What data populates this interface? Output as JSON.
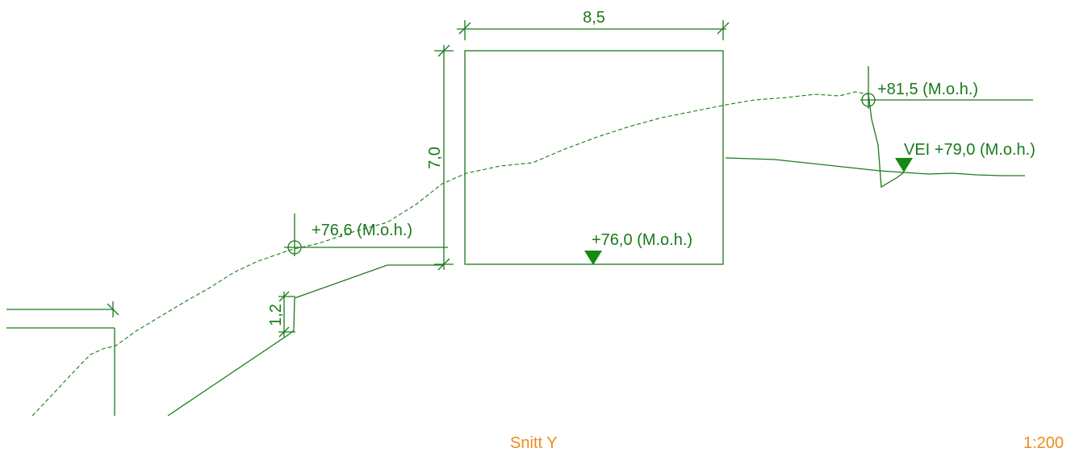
{
  "drawing": {
    "dimension_width": "8,5",
    "dimension_height": "7,0",
    "dimension_step": "1,2",
    "level_terrain_left": "+76,6 (M.o.h.)",
    "level_floor": "+76,0 (M.o.h.)",
    "level_terrain_right": "+81,5 (M.o.h.)",
    "level_road": "VEI +79,0 (M.o.h.)"
  },
  "footer": {
    "section_name": "Snitt Y",
    "scale": "1:200"
  },
  "colors": {
    "linework": "#1a7a1a",
    "footer_text": "#f08a1c"
  }
}
